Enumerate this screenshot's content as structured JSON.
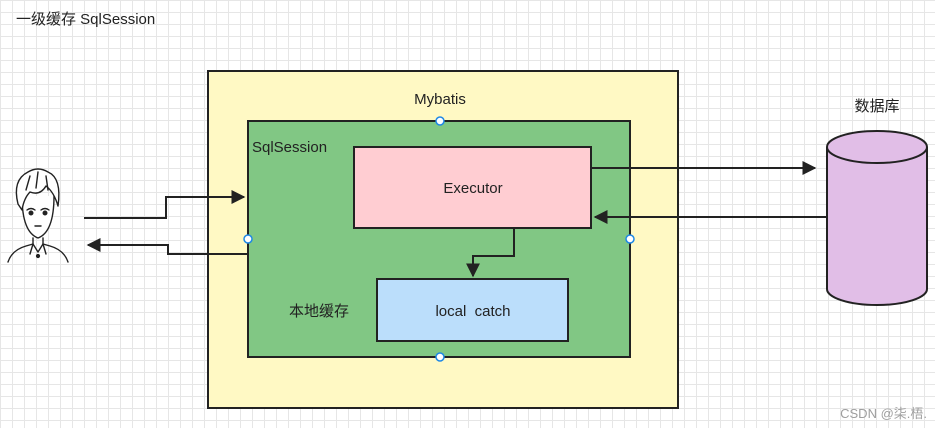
{
  "title": "一级缓存 SqlSession",
  "labels": {
    "mybatis": "Mybatis",
    "sqlsession": "SqlSession",
    "executor": "Executor",
    "local_cache_label": "本地缓存",
    "local_catch": "local  catch",
    "database": "数据库"
  },
  "watermark": "CSDN @柒.梧.",
  "colors": {
    "mybatis_fill": "#fff9c4",
    "sqlsession_fill": "#81c784",
    "executor_fill": "#ffcdd2",
    "cache_fill": "#bbdefb",
    "database_fill": "#e1bee7",
    "stroke": "#222222",
    "handle": "#1e88e5"
  }
}
